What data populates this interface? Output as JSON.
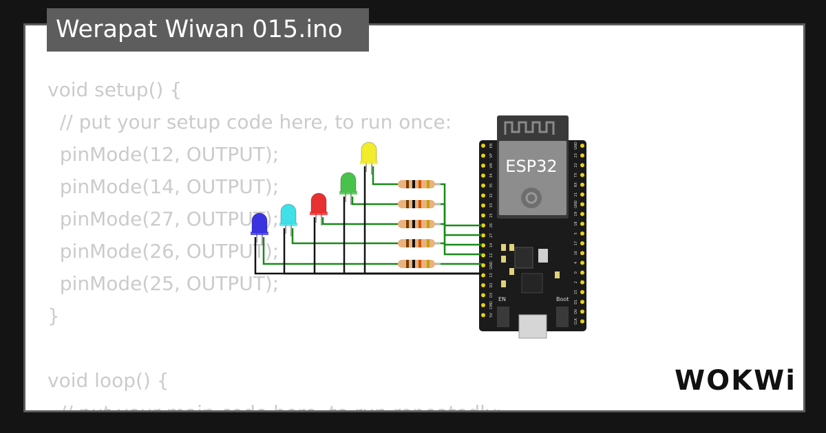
{
  "project": {
    "title": "Werapat Wiwan 015.ino"
  },
  "code": {
    "lines": [
      "void setup() {",
      "  // put your setup code here, to run once:",
      "  pinMode(12, OUTPUT);",
      "  pinMode(14, OUTPUT);",
      "  pinMode(27, OUTPUT);",
      "  pinMode(26, OUTPUT);",
      "  pinMode(25, OUTPUT);",
      "}",
      "",
      "void loop() {",
      "  // put your main code here, to run repeatedly:"
    ]
  },
  "board": {
    "label": "ESP32",
    "button_en": "EN",
    "button_boot": "Boot",
    "left_pins": [
      "EN",
      "VP",
      "VN",
      "34",
      "35",
      "32",
      "33",
      "25",
      "26",
      "27",
      "14",
      "12",
      "GND",
      "13",
      "D2",
      "D3",
      "CMD",
      "5V"
    ],
    "right_pins": [
      "GND",
      "23",
      "22",
      "TX",
      "RX",
      "21",
      "GND",
      "19",
      "18",
      "5",
      "17",
      "16",
      "4",
      "0",
      "2",
      "15",
      "D1",
      "D0",
      "CLK"
    ]
  },
  "leds": [
    {
      "color_name": "blue",
      "color": "#3a33e0"
    },
    {
      "color_name": "cyan",
      "color": "#3fe0e8"
    },
    {
      "color_name": "red",
      "color": "#e83030"
    },
    {
      "color_name": "green",
      "color": "#48c24a"
    },
    {
      "color_name": "yellow",
      "color": "#f2ec2c"
    }
  ],
  "colors": {
    "wire_green": "#178a17",
    "wire_black": "#111111",
    "resistor_body": "#e9b27e",
    "board": "#1b1b1b",
    "pin": "#e8d21a"
  },
  "brand": {
    "logo_text": "WOKWi"
  }
}
